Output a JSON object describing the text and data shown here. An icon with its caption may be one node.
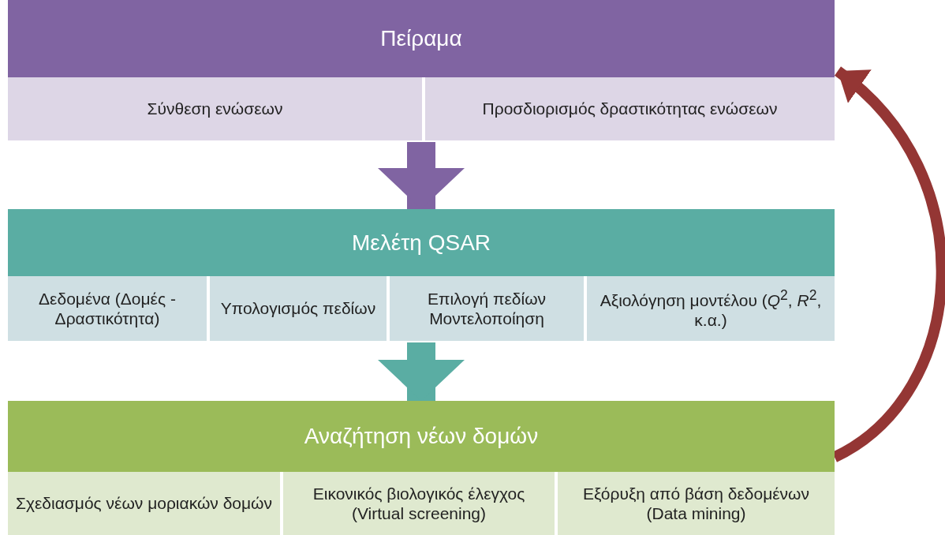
{
  "diagram": {
    "nodes": [
      {
        "text": [
          "Πείραμα"
        ]
      },
      {
        "text": [
          "Σύνθεση ενώσεων"
        ],
        "in": 0
      },
      {
        "text": [
          "Προσδιορισμός δραστικότητας ενώσεων"
        ],
        "in": 0
      },
      {
        "text": [
          "Μελέτη QSAR"
        ]
      },
      {
        "text": [
          "Δεδομένα (Δομές - Δραστικότητα)"
        ],
        "in": 3
      },
      {
        "text": [
          "Υπολογισμός πεδίων"
        ],
        "in": 3
      },
      {
        "text": [
          "Επιλογή πεδίων Μοντελοποίηση"
        ],
        "in": 3
      },
      {
        "text": [
          "Αξιολόγηση μοντέλου (*Q*$^{2}$, *R*$^{2}$, κ.α.)"
        ],
        "in": 3
      },
      {
        "text": [
          "Αναζήτηση νέων δομών"
        ]
      },
      {
        "text": [
          "Σχεδιασμός νέων μοριακών δομών"
        ],
        "in": 8
      },
      {
        "text": [
          "Εικονικός βιολογικός έλεγχος (Virtual screening)"
        ],
        "in": 8
      },
      {
        "text": [
          "Εξόρυξη από βάση δεδομένων (Data mining)"
        ],
        "in": 8
      }
    ],
    "edges": [
      {
        "from": 0,
        "to": 3,
        "arrow": "to",
        "color": "#8064a2"
      },
      {
        "from": 3,
        "to": 8,
        "arrow": "to",
        "color": "#5aada3"
      },
      {
        "from": 8,
        "to": 0,
        "arrow": "to",
        "color": "#943634"
      }
    ]
  }
}
